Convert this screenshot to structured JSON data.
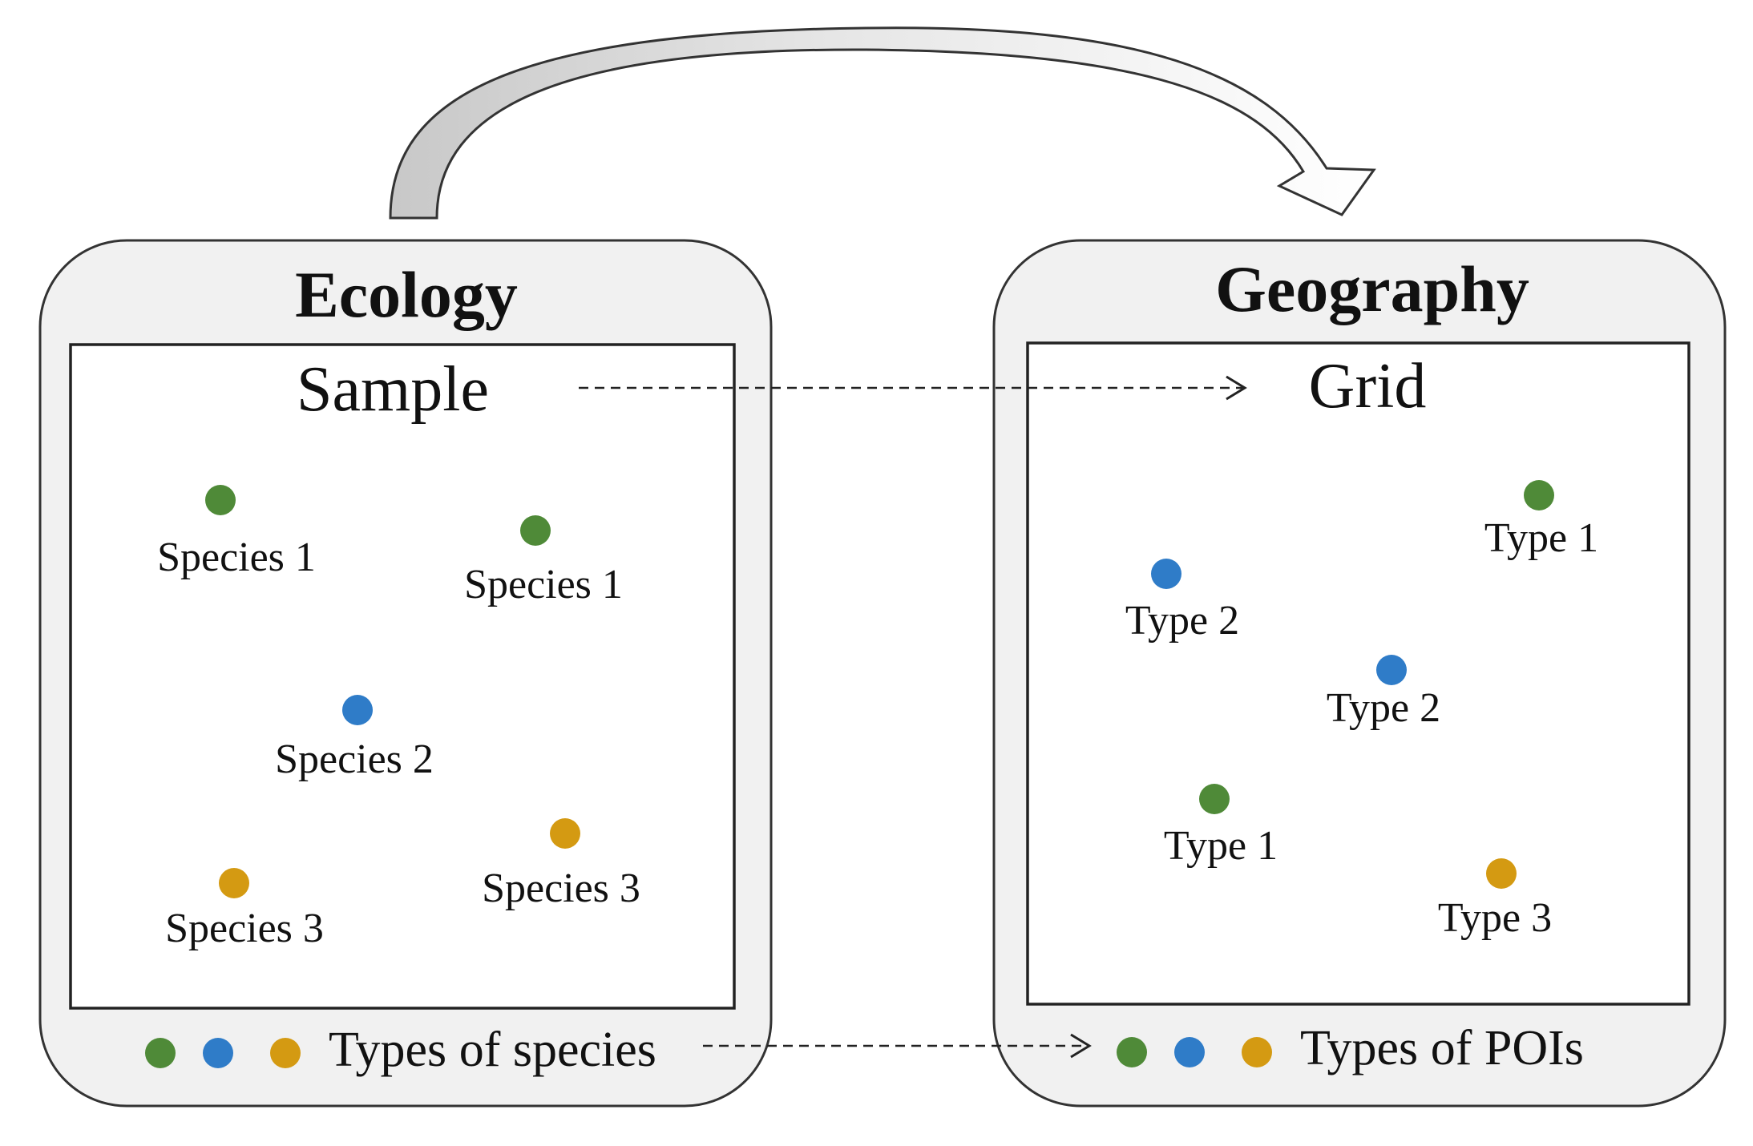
{
  "colors": {
    "green": "#4f8a38",
    "blue": "#2f7cc8",
    "gold": "#d49a12",
    "panel_fill": "#f1f1f1",
    "panel_stroke": "#333333",
    "big_arrow_start": "#c8c8c8",
    "big_arrow_end": "#ffffff"
  },
  "left_panel": {
    "title": "Ecology",
    "inner_title": "Sample",
    "legend_label": "Types of species",
    "points": [
      {
        "label": "Species 1",
        "color": "green"
      },
      {
        "label": "Species 1",
        "color": "green"
      },
      {
        "label": "Species 2",
        "color": "blue"
      },
      {
        "label": "Species 3",
        "color": "gold"
      },
      {
        "label": "Species 3",
        "color": "gold"
      }
    ],
    "legend_dots": [
      "green",
      "blue",
      "gold"
    ]
  },
  "right_panel": {
    "title": "Geography",
    "inner_title": "Grid",
    "legend_label": "Types of POIs",
    "points": [
      {
        "label": "Type 1",
        "color": "green"
      },
      {
        "label": "Type 2",
        "color": "blue"
      },
      {
        "label": "Type 2",
        "color": "blue"
      },
      {
        "label": "Type 1",
        "color": "green"
      },
      {
        "label": "Type 3",
        "color": "gold"
      }
    ],
    "legend_dots": [
      "green",
      "blue",
      "gold"
    ]
  },
  "connectors": {
    "mapping_arrow_icon": "curved-block-arrow-icon",
    "dashed_arrow_icon": "dashed-arrow-icon"
  }
}
